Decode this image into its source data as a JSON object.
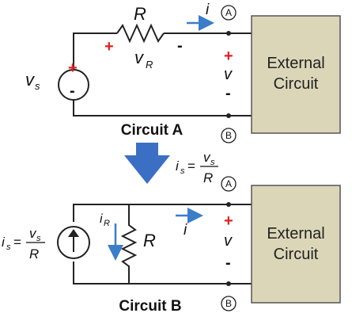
{
  "circuit_a": {
    "title": "Circuit A",
    "resistor_label": "R",
    "resistor_voltage_label": "v",
    "resistor_voltage_sub": "R",
    "source_label": "v",
    "source_sub": "s",
    "source_plus": "+",
    "source_minus": "-",
    "resistor_plus": "+",
    "resistor_minus": "-",
    "current_label": "i",
    "terminal_voltage": "v",
    "terminal_plus": "+",
    "terminal_minus": "-",
    "node_top": "A",
    "node_bottom": "B",
    "box_line1": "External",
    "box_line2": "Circuit"
  },
  "transform": {
    "lhs": "i",
    "lhs_sub": "s",
    "equals": "=",
    "num": "v",
    "num_sub": "s",
    "den": "R"
  },
  "circuit_b": {
    "title": "Circuit B",
    "source_lhs": "i",
    "source_lhs_sub": "s",
    "source_equals": "=",
    "source_num": "v",
    "source_num_sub": "s",
    "source_den": "R",
    "resistor_label": "R",
    "resistor_current": "i",
    "resistor_current_sub": "R",
    "current_label": "i",
    "terminal_voltage": "v",
    "terminal_plus": "+",
    "terminal_minus": "-",
    "node_top": "A",
    "node_bottom": "B",
    "box_line1": "External",
    "box_line2": "Circuit"
  },
  "colors": {
    "wire": "#222222",
    "polarity": "#dd2222",
    "current_arrow": "#3a7dc9",
    "big_arrow": "#3a6fc4",
    "box_fill": "#dcd6b8"
  }
}
